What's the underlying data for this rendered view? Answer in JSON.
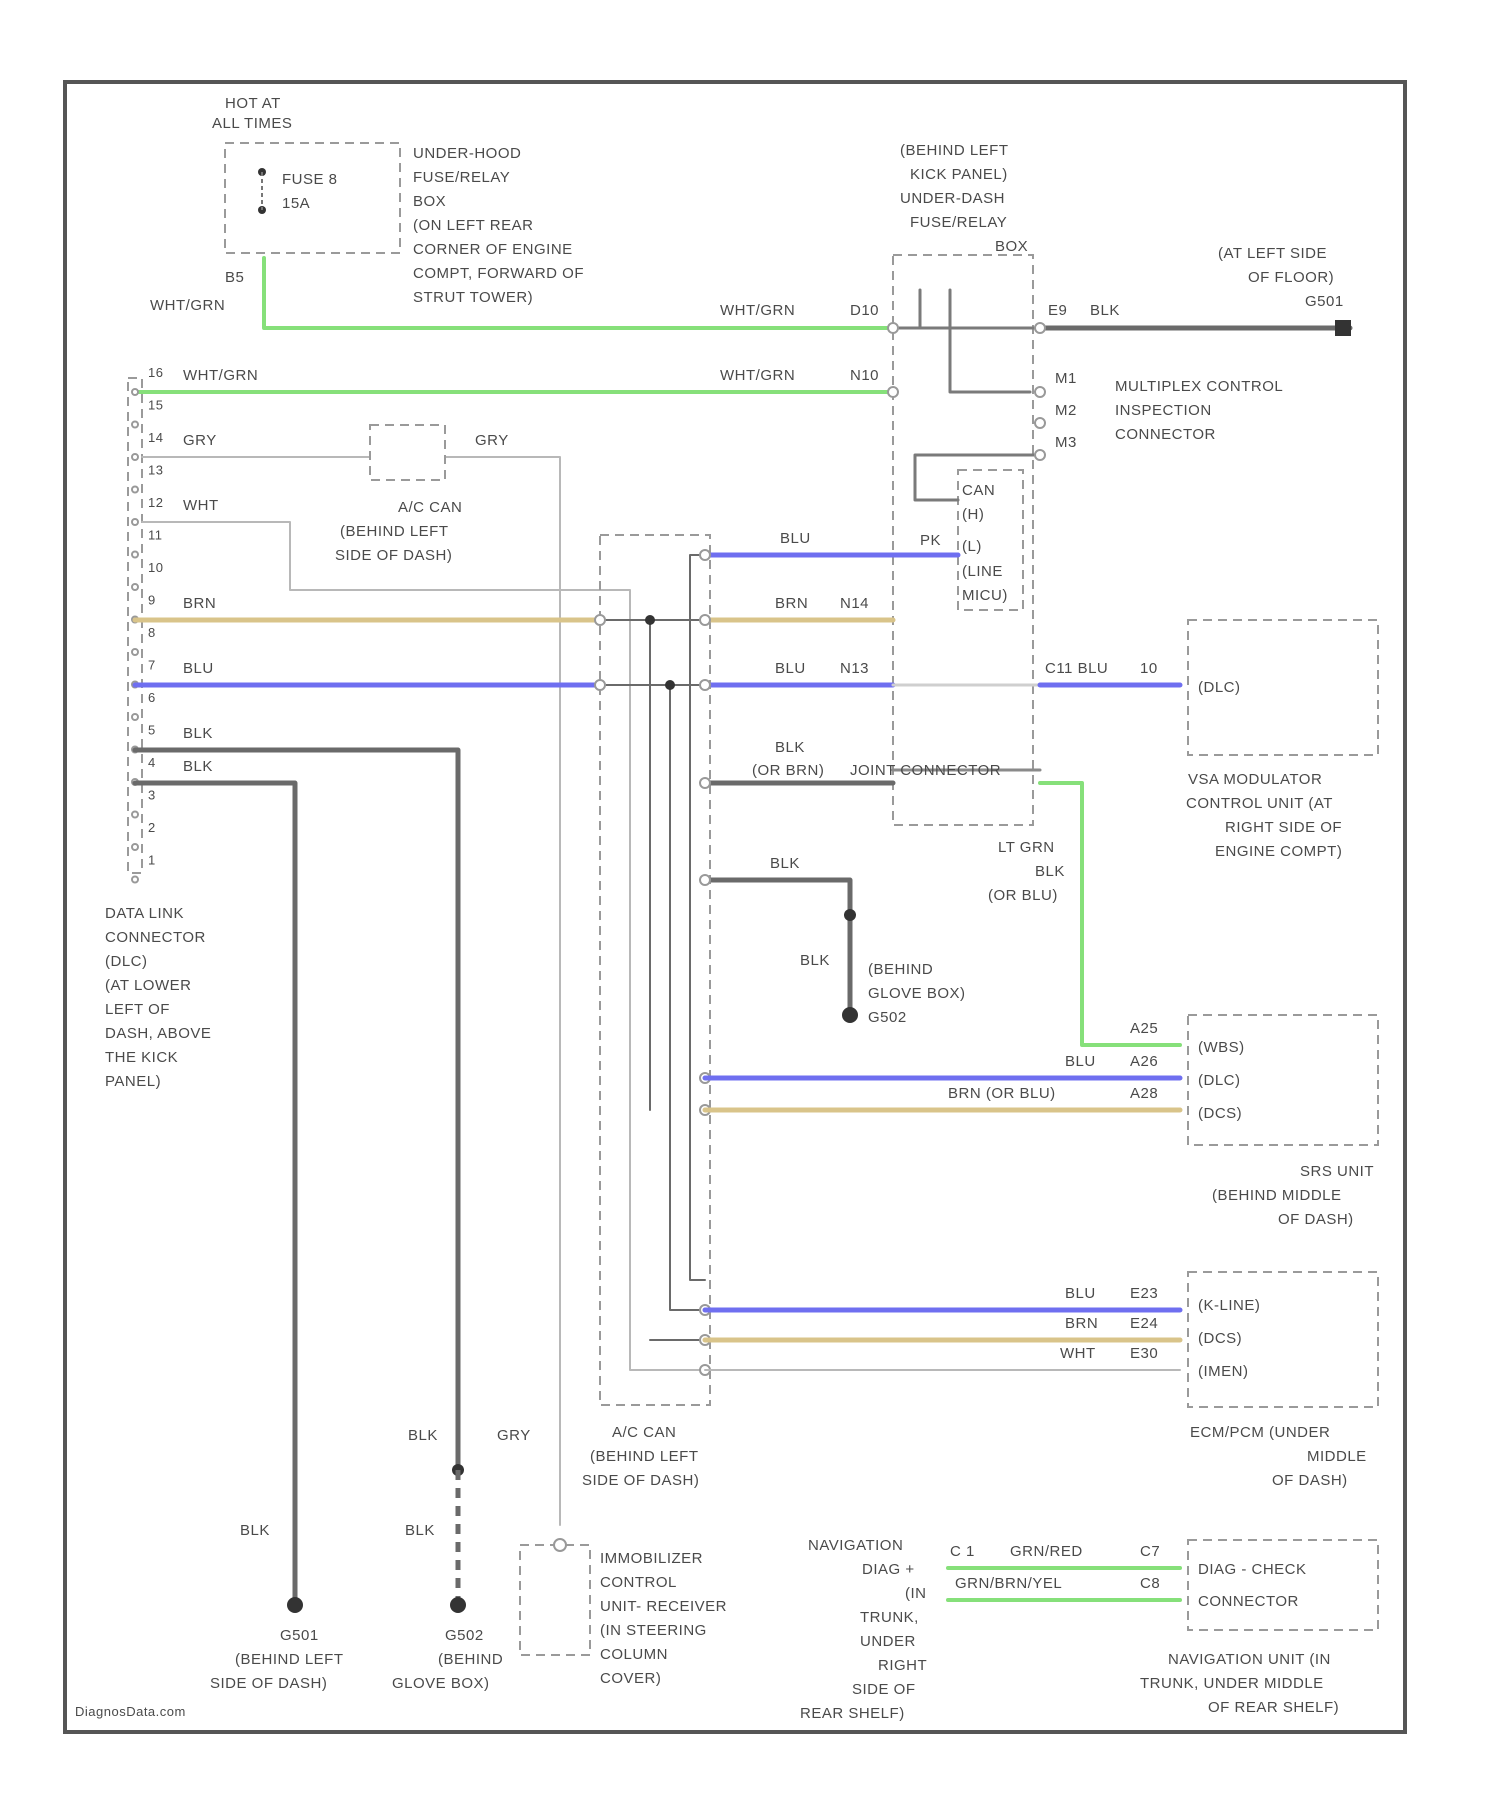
{
  "hot_label": [
    "HOT AT",
    "ALL TIMES"
  ],
  "fuse": [
    "FUSE 8",
    "15A"
  ],
  "fuse_box": [
    "UNDER-HOOD",
    "FUSE/RELAY",
    "BOX",
    "(ON LEFT REAR",
    "CORNER OF ENGINE",
    "COMPT, FORWARD OF",
    "STRUT TOWER)"
  ],
  "kick_box": [
    "(BEHIND LEFT",
    "KICK PANEL)",
    "UNDER-DASH",
    "FUSE/RELAY",
    "BOX"
  ],
  "g501_loc": [
    "(AT LEFT SIDE",
    "OF FLOOR)",
    "G501"
  ],
  "multiplex": [
    "MULTIPLEX CONTROL",
    "INSPECTION",
    "CONNECTOR"
  ],
  "b5_label": "B5",
  "b5_wire": "WHT/GRN",
  "wires": {
    "wht_grn": "WHT/GRN",
    "gry": "GRY",
    "wht": "WHT",
    "brn": "BRN",
    "blu": "BLU",
    "blk": "BLK",
    "blu_brn_or": "BRN (OR BLU)",
    "wht_e": "WHT",
    "lt_grn": [
      "LT GRN",
      "BLK",
      "(OR BLU)"
    ],
    "blk_or_brn": [
      "BLK",
      "(OR BRN)"
    ]
  },
  "pins": {
    "d10": "D10",
    "n10": "N10",
    "n14": "N14",
    "n13": "N13",
    "e9": "E9",
    "m1": "M1",
    "m2": "M2",
    "m3": "M3",
    "c11_blu": "C11 BLU",
    "c11_pin": "10",
    "dlc": [
      "16",
      "15",
      "14",
      "13",
      "12",
      "11",
      "10",
      "9",
      "8",
      "7",
      "6",
      "5",
      "4",
      "3",
      "2",
      "1"
    ],
    "a25": "A25",
    "a26": "A26",
    "a28": "A28",
    "e23": "E23",
    "e24": "E24",
    "e30": "E30",
    "c7": "C7",
    "c8": "C8",
    "c11_nav": "C 1"
  },
  "can_lines": [
    "CAN",
    "(H)",
    "(L)",
    "(LINE",
    "MICU)"
  ],
  "pk": "PK",
  "ac_can_label": [
    "A/C CAN",
    "(BEHIND LEFT",
    "SIDE OF DASH)"
  ],
  "ac_can2_label": [
    "A/C CAN",
    "(BEHIND LEFT",
    "SIDE OF DASH)"
  ],
  "junction_label": "JOINT CONNECTOR",
  "vsa": {
    "pin": "(DLC)",
    "label": [
      "VSA MODULATOR",
      "CONTROL UNIT (AT",
      "RIGHT SIDE OF",
      "ENGINE COMPT)"
    ]
  },
  "srs": {
    "pins": [
      "(WBS)",
      "(DLC)",
      "(DCS)"
    ],
    "label": [
      "SRS UNIT",
      "(BEHIND MIDDLE",
      "OF DASH)"
    ]
  },
  "ecm": {
    "pins": [
      "(K-LINE)",
      "(DCS)",
      "(IMEN)"
    ],
    "label": [
      "ECM/PCM (UNDER",
      "MIDDLE",
      "OF DASH)"
    ]
  },
  "dlc_label": [
    "DATA LINK",
    "CONNECTOR",
    "(DLC)",
    "(AT LOWER",
    "LEFT OF",
    "DASH, ABOVE",
    "THE KICK",
    "PANEL)"
  ],
  "g502": [
    "BLK",
    "(BEHIND",
    "GLOVE BOX)",
    "G502"
  ],
  "g501_bottom": [
    "G501",
    "(BEHIND LEFT",
    "SIDE OF DASH)"
  ],
  "g502_bottom": [
    "G502",
    "(BEHIND",
    "GLOVE BOX)"
  ],
  "immobilizer": [
    "IMMOBILIZER",
    "CONTROL",
    "UNIT- RECEIVER",
    "(IN STEERING",
    "COLUMN",
    "COVER)"
  ],
  "nav_left": [
    "NAVIGATION",
    "DIAG +",
    "(IN",
    "TRUNK,",
    "UNDER",
    "RIGHT",
    "SIDE OF",
    "REAR SHELF)"
  ],
  "nav_wires": [
    "GRN/RED",
    "GRN/BRN/YEL"
  ],
  "nav_pins": [
    "DIAG - CHECK",
    "CONNECTOR"
  ],
  "nav_label": [
    "NAVIGATION UNIT (IN",
    "TRUNK, UNDER MIDDLE",
    "OF REAR SHELF)"
  ],
  "watermark": "DiagnosData.com",
  "colors": {
    "blk": "#6a6a6a",
    "blu": "#6f6ff0",
    "brn": "#d9c48a",
    "grn": "#86e07a",
    "gry": "#b8b8b8"
  }
}
